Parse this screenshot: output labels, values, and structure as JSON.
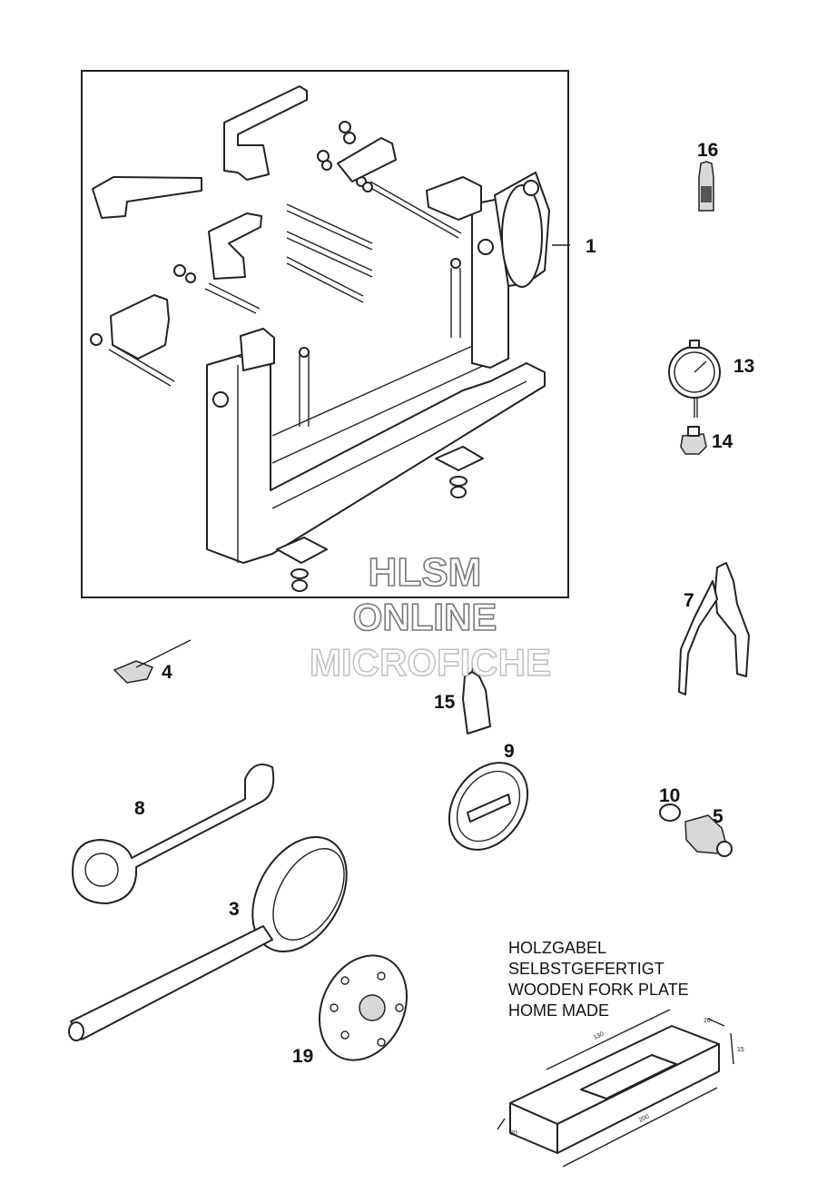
{
  "watermark": {
    "line1": "HLSM",
    "line2": "ONLINE",
    "line3": "MICROFICHE"
  },
  "callouts": {
    "c1": "1",
    "c3": "3",
    "c4": "4",
    "c5": "5",
    "c7": "7",
    "c8": "8",
    "c9": "9",
    "c10": "10",
    "c13": "13",
    "c14": "14",
    "c15": "15",
    "c16": "16",
    "c19": "19"
  },
  "note": {
    "line1": "HOLZGABEL",
    "line2": "SELBSTGEFERTIGT",
    "line3": "WOODEN FORK PLATE",
    "line4": "HOME MADE"
  },
  "dimensions": {
    "d130": "130",
    "d20": "20",
    "d15": "15",
    "d200": "200",
    "d80": "80"
  }
}
